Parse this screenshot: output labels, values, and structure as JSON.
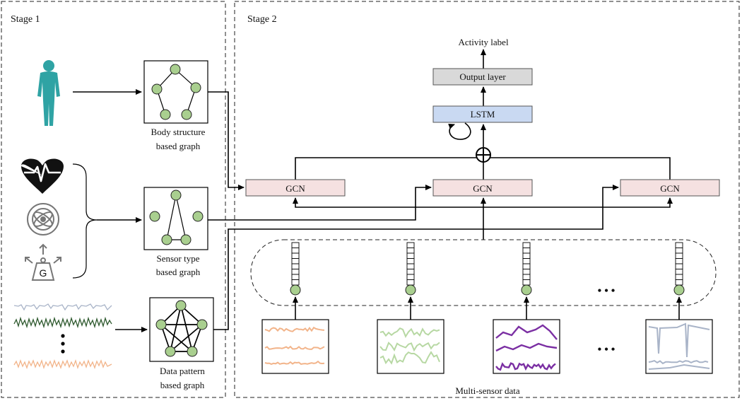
{
  "stage1": {
    "title": "Stage 1"
  },
  "stage2": {
    "title": "Stage 2"
  },
  "graphs": {
    "body": {
      "line1": "Body structure",
      "line2": "based graph"
    },
    "sensor": {
      "line1": "Sensor type",
      "line2": "based graph"
    },
    "data": {
      "line1": "Data pattern",
      "line2": "based graph"
    }
  },
  "model": {
    "activity_label": "Activity label",
    "output_layer": "Output layer",
    "lstm": "LSTM",
    "gcn": "GCN"
  },
  "sensors": {
    "caption": "Multi-sensor data",
    "ellipsis": "• • •"
  },
  "icons": {
    "person": "human-body-icon",
    "heart": "heart-rate-icon",
    "gyro": "gyroscope-icon",
    "accel": "gravity-accelerometer-icon",
    "accel_letter": "G"
  },
  "colors": {
    "node": "#a9cf8f",
    "gcn_fill": "#f5e1e1",
    "lstm_fill": "#c9d9f2",
    "output_fill": "#d9d9d9",
    "teal": "#2fa3a4",
    "peach": "#f2b48a",
    "green_signal": "#b7d8a3",
    "purple": "#7b2fa3",
    "grey_blue": "#a9b4c8"
  }
}
